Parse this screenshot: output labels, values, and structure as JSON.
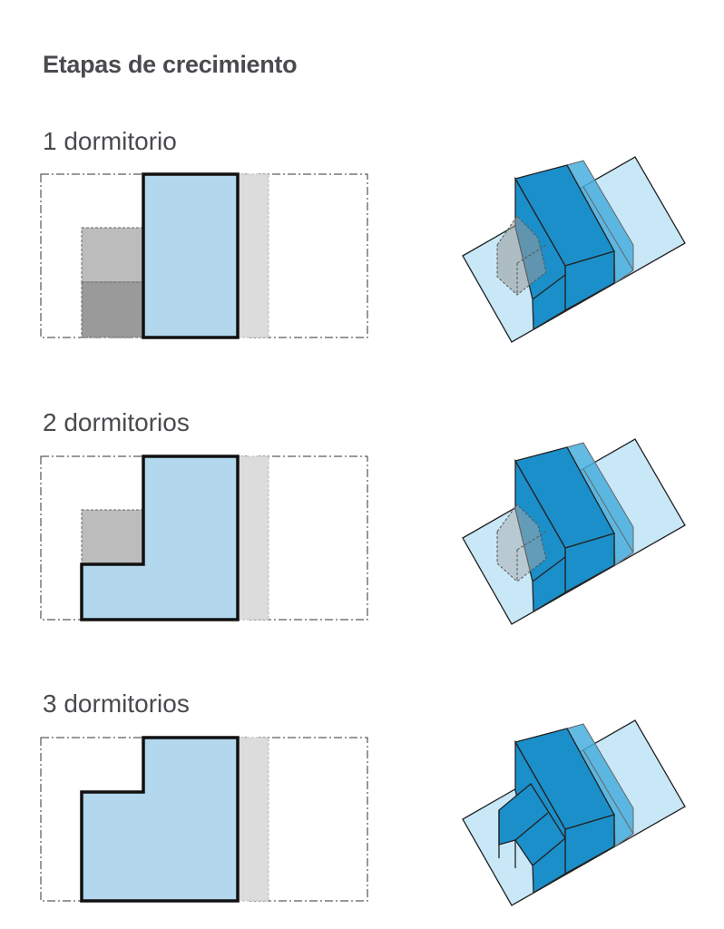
{
  "title": "Etapas de crecimiento",
  "stages": [
    {
      "label": "1 dormitorio",
      "bedrooms": 1
    },
    {
      "label": "2 dormitorios",
      "bedrooms": 2
    },
    {
      "label": "3 dormitorios",
      "bedrooms": 3
    }
  ],
  "colors": {
    "plan_fill": "#b3d7ec",
    "block": "#1b8fc9",
    "plane": "#c8e8f8",
    "extension": "#48aedd",
    "future_gray": "#bcbcbc"
  }
}
